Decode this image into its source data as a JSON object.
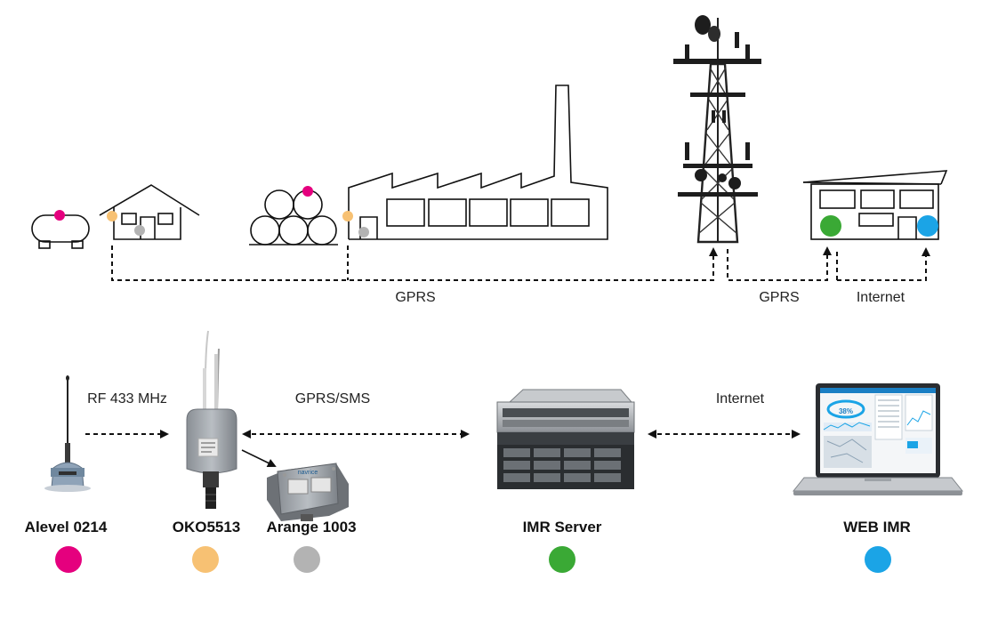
{
  "links": {
    "gprs_main": "GPRS",
    "gprs_tower": "GPRS",
    "internet_top": "Internet",
    "rf": "RF 433 MHz",
    "gprs_sms": "GPRS/SMS",
    "internet_bottom": "Internet"
  },
  "devices": [
    {
      "name": "Alevel 0214",
      "color": "#e5007e"
    },
    {
      "name": "OKO5513",
      "color": "#f7c173"
    },
    {
      "name": "Arange 1003",
      "color": "#b3b3b3"
    },
    {
      "name": "IMR Server",
      "color": "#3aa935"
    },
    {
      "name": "WEB IMR",
      "color": "#1ba4e6"
    }
  ],
  "laptop_screen": {
    "percent": "38%"
  },
  "arange_label": {
    "brand": "navrice"
  }
}
